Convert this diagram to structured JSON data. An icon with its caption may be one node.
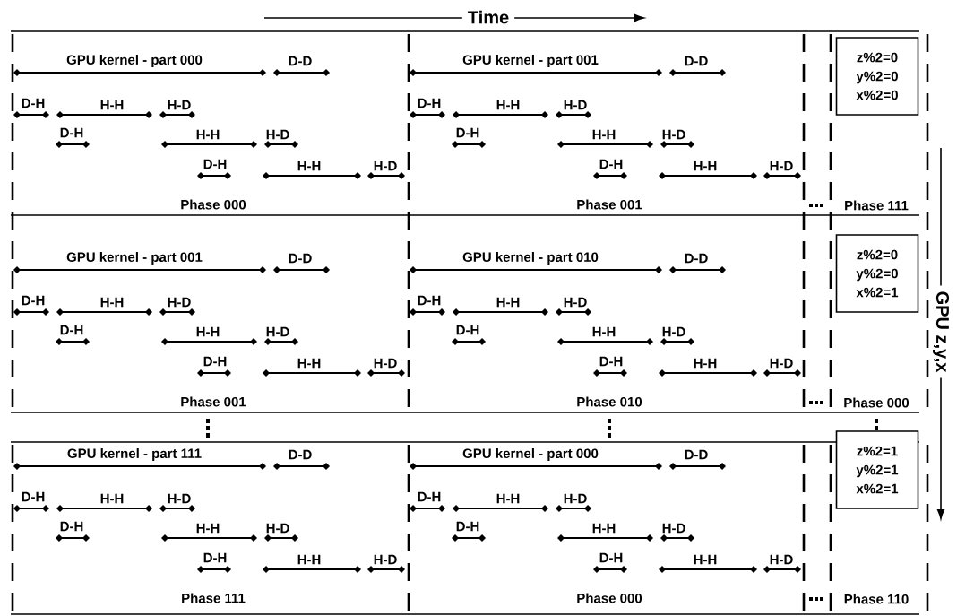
{
  "diagram": {
    "nodes": [
      {
        "text": [
          "z%2=0",
          "y%2=0",
          "x%2=0"
        ]
      },
      {
        "text": [
          "z%2=0",
          "y%2=0",
          "x%2=1"
        ]
      },
      {
        "text": [
          "z%2=1",
          "y%2=1",
          "x%2=1"
        ]
      }
    ],
    "labels": [
      "Time",
      "GPU z,y,x",
      "GPU kernel - part 000",
      "D-D",
      "D-H",
      "H-H",
      "H-D",
      "D-H",
      "H-H",
      "H-D",
      "D-H",
      "H-H",
      "H-D",
      "Phase 000",
      "GPU kernel - part 001",
      "D-D",
      "D-H",
      "H-H",
      "H-D",
      "D-H",
      "H-H",
      "H-D",
      "D-H",
      "H-H",
      "H-D",
      "Phase 001",
      "Phase 111",
      "GPU kernel - part 001",
      "D-D",
      "D-H",
      "H-H",
      "H-D",
      "D-H",
      "H-H",
      "H-D",
      "D-H",
      "H-H",
      "H-D",
      "Phase 001",
      "GPU kernel - part 010",
      "D-D",
      "D-H",
      "H-H",
      "H-D",
      "D-H",
      "H-H",
      "H-D",
      "D-H",
      "H-H",
      "H-D",
      "Phase 010",
      "Phase 000",
      "GPU kernel - part 111",
      "D-D",
      "D-H",
      "H-H",
      "H-D",
      "D-H",
      "H-H",
      "H-D",
      "D-H",
      "H-H",
      "H-D",
      "Phase 111",
      "GPU kernel - part 000",
      "D-D",
      "D-H",
      "H-H",
      "H-D",
      "D-H",
      "H-H",
      "H-D",
      "D-H",
      "H-H",
      "H-D",
      "Phase 000",
      "Phase 110"
    ]
  }
}
